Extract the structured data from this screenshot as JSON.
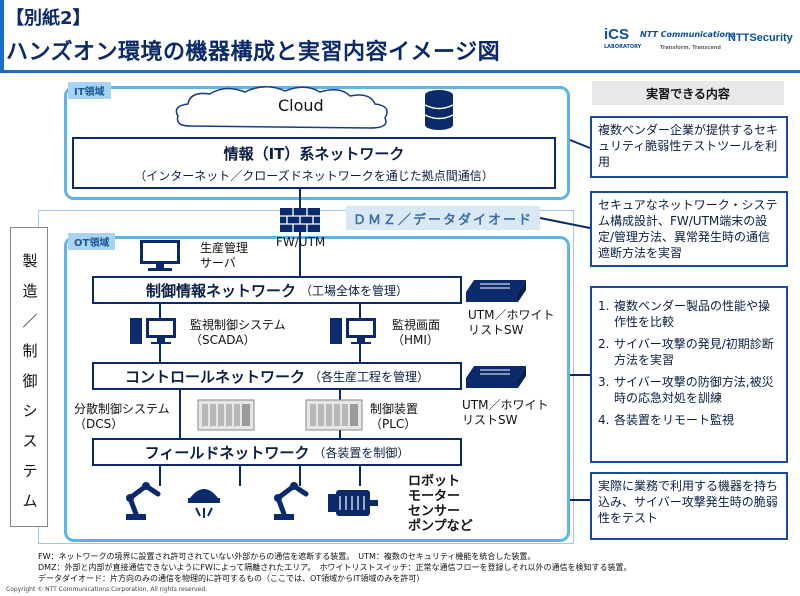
{
  "header": {
    "tag": "【別紙2】",
    "title": "ハンズオン環境の機器構成と実習内容イメージ図"
  },
  "logos": {
    "ics": "iCS",
    "ics_sub": "LABORATORY",
    "ntt_com": "NTT Communications",
    "ntt_com_sub": "Transform. Transcend",
    "ntt_security": "NTTSecurity"
  },
  "zones": {
    "it": "IT領域",
    "ot": "OT領域"
  },
  "cloud": {
    "label": "Cloud"
  },
  "networks": {
    "info": {
      "title": "情報（IT）系ネットワーク",
      "sub": "（インターネット／クローズドネットワークを通じた拠点間通信）"
    },
    "ctrl_info": {
      "title": "制御情報ネットワーク",
      "sub": "（工場全体を管理）"
    },
    "control": {
      "title": "コントロールネットワーク",
      "sub": "（各生産工程を管理）"
    },
    "field": {
      "title": "フィールドネットワーク",
      "sub": "（各装置を制御）"
    }
  },
  "dmz": {
    "label": "ＤＭＺ／データダイオード"
  },
  "fw_label": "FW/UTM",
  "vertical_label": [
    "製",
    "造",
    "／",
    "制",
    "御",
    "シ",
    "ス",
    "テ",
    "ム"
  ],
  "devices": {
    "mgmt_server": [
      "生産管理",
      "サーバ"
    ],
    "scada": [
      "監視制御システム",
      "（SCADA）"
    ],
    "hmi": [
      "監視画面",
      "（HMI）"
    ],
    "utm_sw1": [
      "UTM／ホワイト",
      "リストSW"
    ],
    "dcs": [
      "分散制御システム",
      "（DCS）"
    ],
    "plc": [
      "制御装置",
      "（PLC）"
    ],
    "utm_sw2": [
      "UTM／ホワイト",
      "リストSW"
    ],
    "field_devices": [
      "ロボット",
      "モーター",
      "センサー",
      "ポンプなど"
    ]
  },
  "right": {
    "heading": "実習できる内容",
    "box1": "複数ベンダー企業が提供するセキュリティ脆弱性テストツールを利用",
    "box2": "セキュアなネットワーク・システム構成設計、FW/UTM端末の設定/管理方法、異常発生時の通信遮断方法を実習",
    "box3": [
      {
        "num": "1.",
        "text": "複数ベンダー製品の性能や操作性を比較"
      },
      {
        "num": "2.",
        "text": "サイバー攻撃の発見/初期診断方法を実習"
      },
      {
        "num": "3.",
        "text": "サイバー攻撃の防御方法,被災時の応急対処を訓練"
      },
      {
        "num": "4.",
        "text": "各装置をリモート監視"
      }
    ],
    "box4": "実際に業務で利用する機器を持ち込み、サイバー攻撃発生時の脆弱性をテスト"
  },
  "footer": {
    "line1": "FW：ネットワークの境界に設置され許可されていない外部からの通信を遮断する装置。　UTM：複数のセキュリティ機能を統合した装置。",
    "line2": "DMZ：外部と内部が直接通信できないようにFWによって隔離されたエリア。　ホワイトリストスイッチ：正常な通信フローを登録しそれ以外の通信を検知する装置。",
    "line3": "データダイオード：片方向のみの通信を物理的に許可するもの（ここでは、OT領域からIT領域のみを許可）",
    "copyright": "Copyright © NTT Communications Corporation. All rights reserved."
  },
  "colors": {
    "zone_border": "#5db4ea",
    "net_border": "#0b2a6b",
    "accent": "#1a6fc4",
    "right_border": "#1a4aa0"
  }
}
